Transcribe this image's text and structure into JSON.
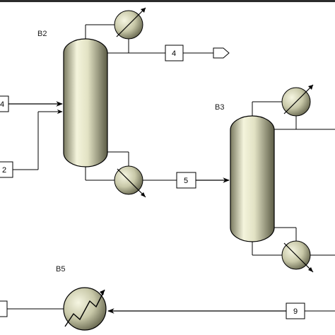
{
  "blocks": {
    "b2": "B2",
    "b3": "B3",
    "b5": "B5"
  },
  "streams": {
    "s4_in": "4",
    "s2": "2",
    "s4_out": "4",
    "s5": "5",
    "s9": "9"
  },
  "colors": {
    "line": "#000000",
    "vessel_light": "#f4f4dc",
    "vessel_dark": "#6e6e55",
    "topbar": "#2b2b2b"
  }
}
